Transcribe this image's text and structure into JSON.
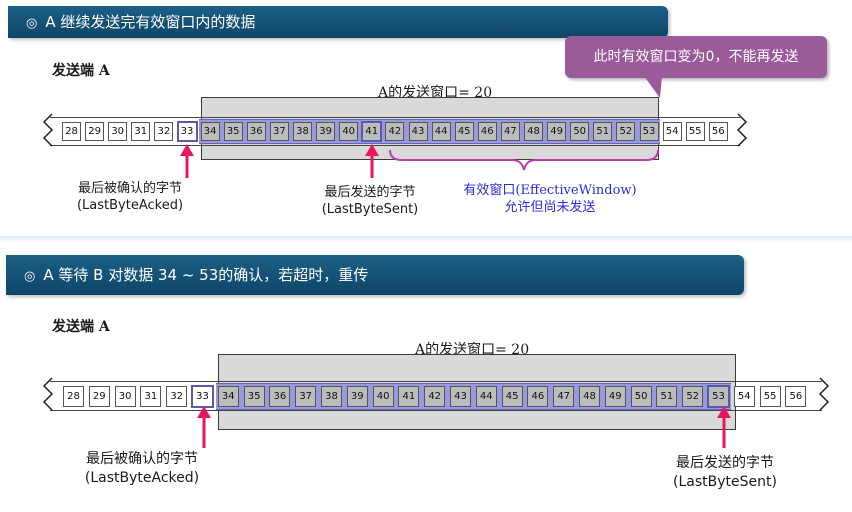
{
  "panel1": {
    "header": "A 继续发送完有效窗口内的数据",
    "sender": "发送端 A",
    "window_label": "A的发送窗口= 20",
    "callout": "此时有效窗口变为0，不能再发送",
    "cells": [
      28,
      29,
      30,
      31,
      32,
      33,
      34,
      35,
      36,
      37,
      38,
      39,
      40,
      41,
      42,
      43,
      44,
      45,
      46,
      47,
      48,
      49,
      50,
      51,
      52,
      53,
      54,
      55,
      56
    ],
    "acked_caption_zh": "最后被确认的字节",
    "acked_caption_en": "(LastByteAcked)",
    "sent_caption_zh": "最后发送的字节",
    "sent_caption_en": "(LastByteSent)",
    "effective_caption_1": "有效窗口(EffectiveWindow)",
    "effective_caption_2": "允许但尚未发送",
    "window_start": 34,
    "window_end": 53,
    "last_acked": 33,
    "last_sent": 41,
    "sent_band_end": 53
  },
  "panel2": {
    "header": "A 等待 B 对数据 34 ~ 53的确认，若超时，重传",
    "sender": "发送端 A",
    "window_label": "A的发送窗口= 20",
    "cells": [
      28,
      29,
      30,
      31,
      32,
      33,
      34,
      35,
      36,
      37,
      38,
      39,
      40,
      41,
      42,
      43,
      44,
      45,
      46,
      47,
      48,
      49,
      50,
      51,
      52,
      53,
      54,
      55,
      56
    ],
    "acked_caption_zh": "最后被确认的字节",
    "acked_caption_en": "(LastByteAcked)",
    "sent_caption_zh": "最后发送的字节",
    "sent_caption_en": "(LastByteSent)",
    "window_start": 34,
    "window_end": 53,
    "last_acked": 33,
    "last_sent": 53
  },
  "colors": {
    "header": "#12557d",
    "band": "#9999dd",
    "window": "#d9d9d9",
    "arrow": "#e8175d",
    "callout": "#9b5a9a",
    "effective_text": "#2a2ae0"
  }
}
